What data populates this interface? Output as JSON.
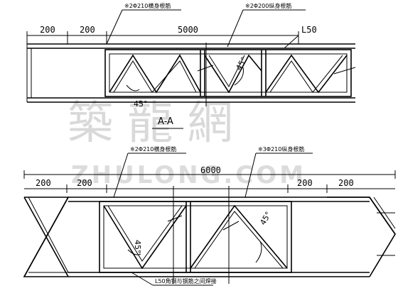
{
  "top_view": {
    "dims": {
      "d1": "200",
      "d2": "200",
      "d3": "5000"
    },
    "notes": {
      "left": "※2Φ210横身根筋",
      "right": "※2Φ200纵身根筋"
    },
    "member": "L50",
    "angle_main": "45°",
    "angle_small": "45°"
  },
  "section_label": "A-A",
  "bottom_view": {
    "dims": {
      "total": "6000",
      "l1": "200",
      "l2": "200",
      "r1": "200",
      "r2": "200"
    },
    "notes": {
      "left": "※2Φ210横身根筋",
      "right": "※3Φ210纵身根筋",
      "bottom": "L50角钢与钢筋之间焊接"
    },
    "angle_main": "45°",
    "angle_small": "45°"
  },
  "watermark": {
    "cn": "築 龍 網",
    "en": "ZHULONG.COM"
  }
}
